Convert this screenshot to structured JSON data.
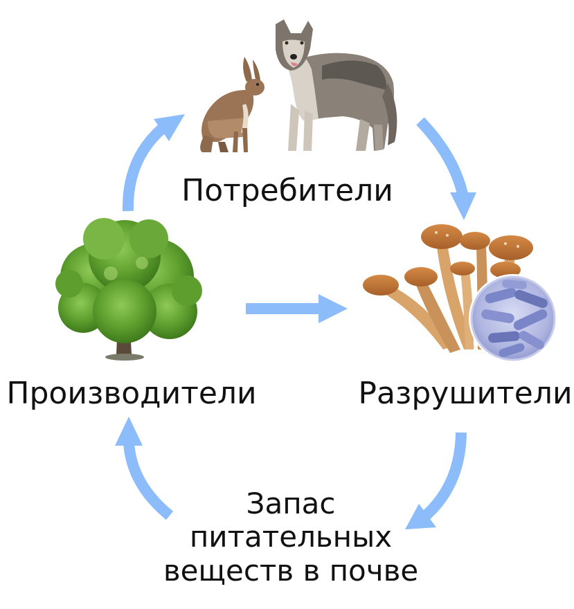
{
  "nodes": {
    "consumers": "Потребители",
    "producers": "Производители",
    "decomposers": "Разрушители",
    "soil": {
      "line1": "Запас",
      "line2": "питательных",
      "line3": "веществ в почве"
    }
  },
  "colors": {
    "arrow": "#8cbdfa",
    "tree_leaf": "#5d9e2e",
    "tree_leaf_dark": "#3f7a1c",
    "trunk": "#5a4a3a",
    "wolf_fur": "#8a8178",
    "hare_fur": "#9b7456",
    "mushroom_cap": "#c57a3a",
    "mushroom_stem": "#d9a46a",
    "bacteria": "#7b86c8"
  },
  "icons": [
    "hare-icon",
    "wolf-icon",
    "tree-icon",
    "mushrooms-icon",
    "bacteria-icon"
  ]
}
